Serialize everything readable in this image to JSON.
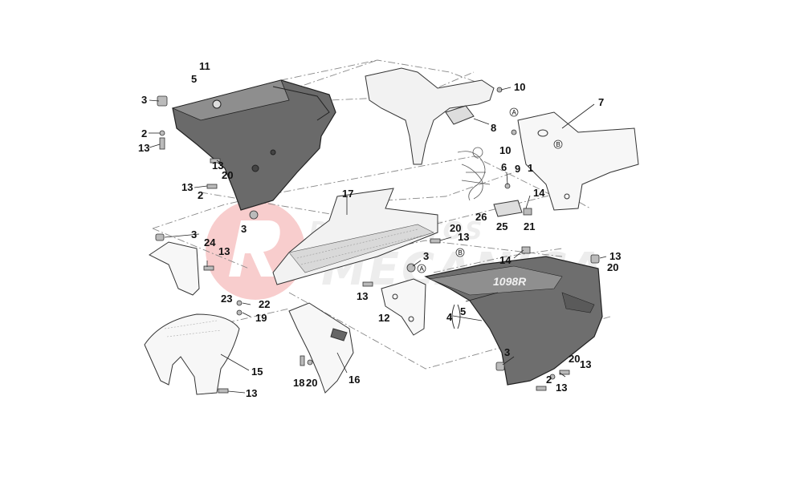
{
  "watermark": {
    "line1": "REPUESTOS",
    "line2": "MECANICA",
    "accent_color": "#e02020",
    "icon": "brand-logo-r"
  },
  "decal_text": "1098R",
  "circle_markers": {
    "a": "A",
    "b": "B"
  },
  "callouts": [
    {
      "id": "c11a",
      "text": "11"
    },
    {
      "id": "c5a",
      "text": "5"
    },
    {
      "id": "c3a",
      "text": "3"
    },
    {
      "id": "c2a",
      "text": "2"
    },
    {
      "id": "c13a",
      "text": "13"
    },
    {
      "id": "c13b",
      "text": "13"
    },
    {
      "id": "c20a",
      "text": "20"
    },
    {
      "id": "c13c",
      "text": "13"
    },
    {
      "id": "c2b",
      "text": "2"
    },
    {
      "id": "c3b",
      "text": "3"
    },
    {
      "id": "c3c",
      "text": "3"
    },
    {
      "id": "c24",
      "text": "24"
    },
    {
      "id": "c13d",
      "text": "13"
    },
    {
      "id": "c10a",
      "text": "10"
    },
    {
      "id": "c8",
      "text": "8"
    },
    {
      "id": "c10b",
      "text": "10"
    },
    {
      "id": "c7",
      "text": "7"
    },
    {
      "id": "c6",
      "text": "6"
    },
    {
      "id": "c9",
      "text": "9"
    },
    {
      "id": "c1",
      "text": "1"
    },
    {
      "id": "c14a",
      "text": "14"
    },
    {
      "id": "c26",
      "text": "26"
    },
    {
      "id": "c25",
      "text": "25"
    },
    {
      "id": "c21",
      "text": "21"
    },
    {
      "id": "c17",
      "text": "17"
    },
    {
      "id": "c20b",
      "text": "20"
    },
    {
      "id": "c13e",
      "text": "13"
    },
    {
      "id": "c3d",
      "text": "3"
    },
    {
      "id": "c13f",
      "text": "13"
    },
    {
      "id": "c12",
      "text": "12"
    },
    {
      "id": "c14b",
      "text": "14"
    },
    {
      "id": "c13g",
      "text": "13"
    },
    {
      "id": "c20c",
      "text": "20"
    },
    {
      "id": "c23",
      "text": "23"
    },
    {
      "id": "c22",
      "text": "22"
    },
    {
      "id": "c19",
      "text": "19"
    },
    {
      "id": "c15",
      "text": "15"
    },
    {
      "id": "c13h",
      "text": "13"
    },
    {
      "id": "c4",
      "text": "4"
    },
    {
      "id": "c5b",
      "text": "5"
    },
    {
      "id": "c18",
      "text": "18"
    },
    {
      "id": "c20d",
      "text": "20"
    },
    {
      "id": "c16",
      "text": "16"
    },
    {
      "id": "c3e",
      "text": "3"
    },
    {
      "id": "c20e",
      "text": "20"
    },
    {
      "id": "c13i",
      "text": "13"
    },
    {
      "id": "c2c",
      "text": "2"
    },
    {
      "id": "c13j",
      "text": "13"
    }
  ]
}
